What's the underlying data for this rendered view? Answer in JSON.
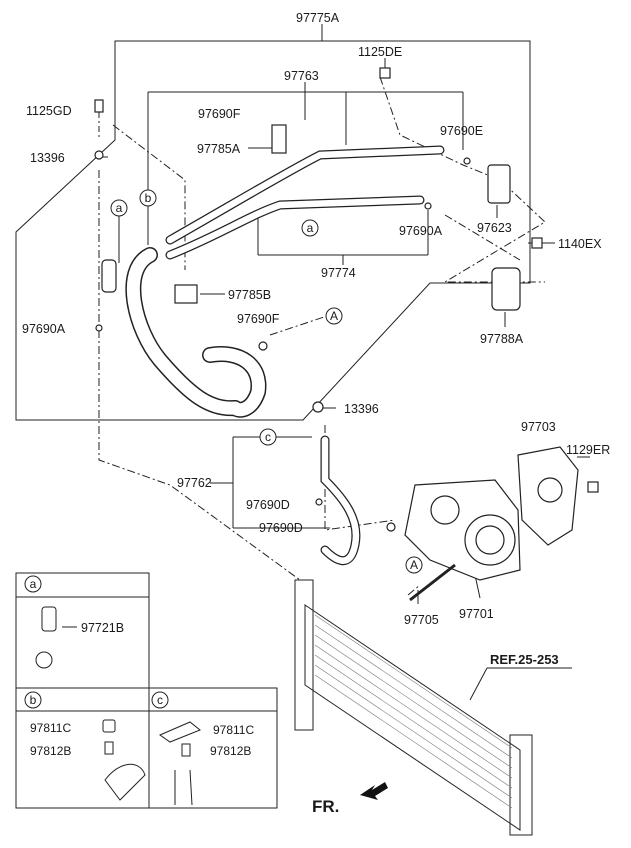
{
  "labels": {
    "p97775A": "97775A",
    "p1125DE": "1125DE",
    "p1125GD": "1125GD",
    "p97763": "97763",
    "p97690F_top": "97690F",
    "p97690E": "97690E",
    "p13396_top": "13396",
    "p97785A": "97785A",
    "p97623": "97623",
    "p97690A_right": "97690A",
    "p1140EX": "1140EX",
    "p97774": "97774",
    "p97785B": "97785B",
    "p97690A_left": "97690A",
    "p97690F_mid": "97690F",
    "p97788A": "97788A",
    "p13396_mid": "13396",
    "p97703": "97703",
    "p1129ER": "1129ER",
    "p97762": "97762",
    "p97690D_1": "97690D",
    "p97690D_2": "97690D",
    "p97705": "97705",
    "p97701": "97701",
    "p97721B": "97721B",
    "p97811C_b": "97811C",
    "p97812B_b": "97812B",
    "p97811C_c": "97811C",
    "p97812B_c": "97812B",
    "ref": "REF.25-253",
    "fr": "FR."
  },
  "callouts": {
    "a": "a",
    "b": "b",
    "c": "c",
    "A": "A"
  },
  "detail_boxes": {
    "a_title": "a",
    "b_title": "b",
    "c_title": "c"
  }
}
